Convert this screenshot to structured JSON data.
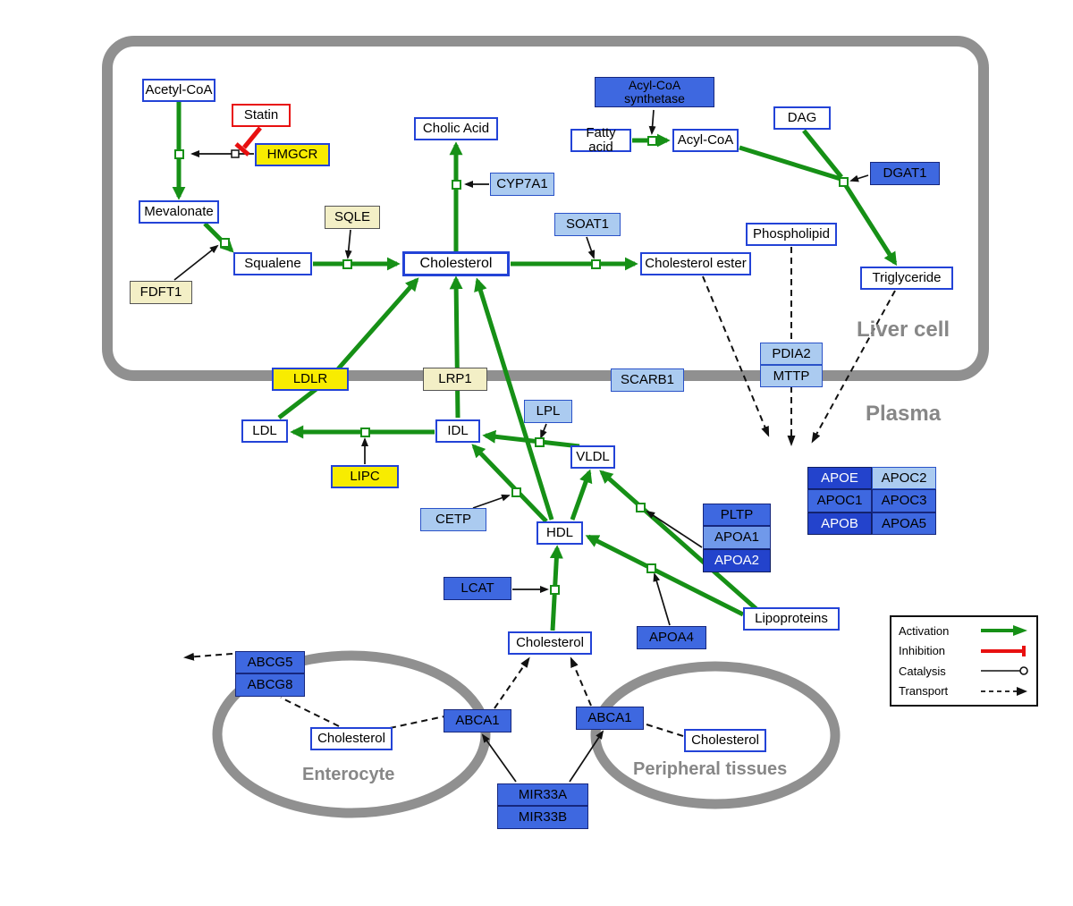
{
  "compartments": {
    "liver": "Liver cell",
    "plasma": "Plasma",
    "enterocyte": "Enterocyte",
    "peripheral": "Peripheral tissues"
  },
  "nodes": {
    "acetyl_coa": "Acetyl-CoA",
    "statin": "Statin",
    "hmgcr": "HMGCR",
    "mevalonate": "Mevalonate",
    "fdft1": "FDFT1",
    "squalene": "Squalene",
    "sqle": "SQLE",
    "cholesterol_liver": "Cholesterol",
    "cholic_acid": "Cholic Acid",
    "cyp7a1": "CYP7A1",
    "soat1": "SOAT1",
    "cholesterol_ester": "Cholesterol ester",
    "acyl_coa_synthetase_line1": "Acyl-CoA",
    "acyl_coa_synthetase_line2": "synthetase",
    "fatty_acid": "Fatty acid",
    "acyl_coa": "Acyl-CoA",
    "dag": "DAG",
    "dgat1": "DGAT1",
    "phospholipid": "Phospholipid",
    "triglyceride": "Triglyceride",
    "pdia2": "PDIA2",
    "mttp": "MTTP",
    "ldlr": "LDLR",
    "lrp1": "LRP1",
    "scarb1": "SCARB1",
    "ldl": "LDL",
    "idl": "IDL",
    "lipc": "LIPC",
    "lpl": "LPL",
    "vldl": "VLDL",
    "cetp": "CETP",
    "hdl": "HDL",
    "lcat": "LCAT",
    "pltp": "PLTP",
    "apoa1": "APOA1",
    "apoa2": "APOA2",
    "apoa4": "APOA4",
    "lipoproteins": "Lipoproteins",
    "apoe": "APOE",
    "apoc2": "APOC2",
    "apoc1": "APOC1",
    "apoc3": "APOC3",
    "apob": "APOB",
    "apoa5": "APOA5",
    "cholesterol_plasma": "Cholesterol",
    "abcg5": "ABCG5",
    "abcg8": "ABCG8",
    "cholesterol_enterocyte": "Cholesterol",
    "abca1_enterocyte": "ABCA1",
    "abca1_peripheral": "ABCA1",
    "cholesterol_peripheral": "Cholesterol",
    "mir33a": "MIR33A",
    "mir33b": "MIR33B"
  },
  "legend": {
    "activation": "Activation",
    "inhibition": "Inhibition",
    "catalysis": "Catalysis",
    "transport": "Transport"
  },
  "colors": {
    "activation_green": "#169016",
    "inhibition_red": "#e81010",
    "node_border_blue": "#2343d7",
    "gene_yellow": "#f8ec00",
    "gene_pale_yellow": "#f3efc6",
    "gene_light_blue": "#abcbf0",
    "gene_blue": "#3e68e0",
    "gene_dark_blue": "#2343cc",
    "membrane_gray": "#909090"
  }
}
